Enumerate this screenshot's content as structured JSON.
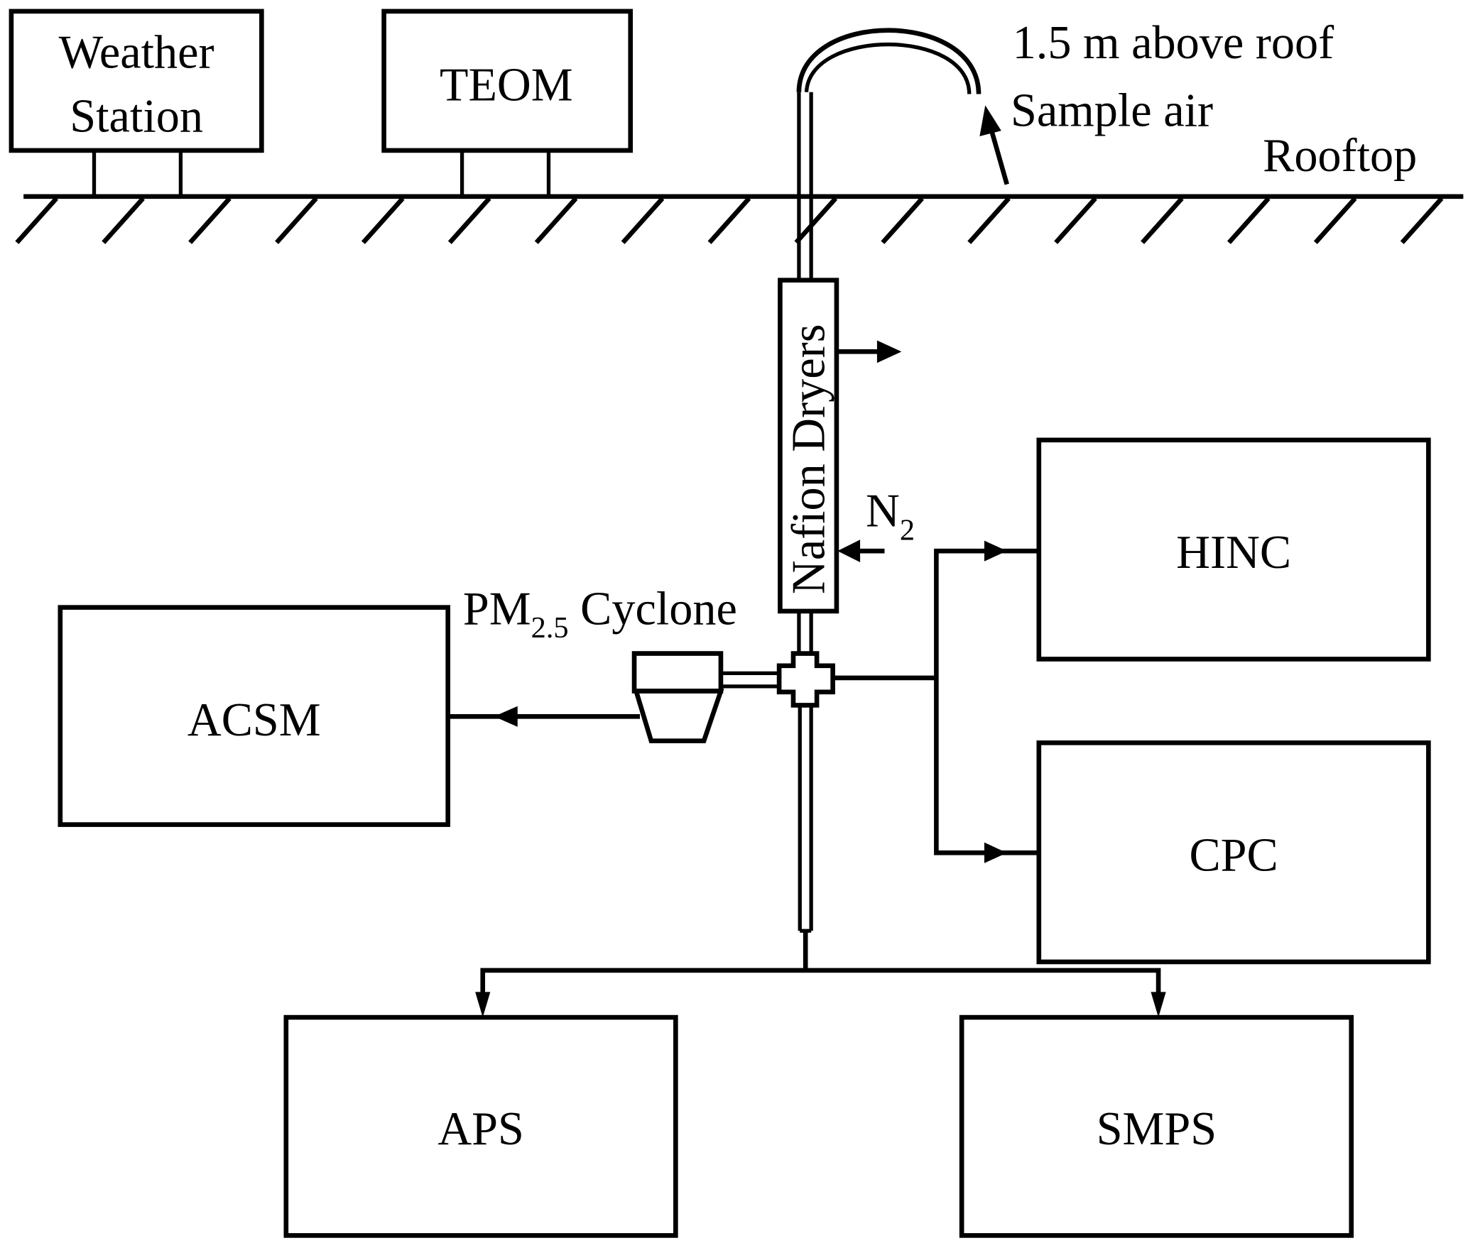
{
  "diagram": {
    "rooftop": {
      "label": "Rooftop",
      "inlet_height_label": "1.5 m above roof",
      "sample_air_label": "Sample air"
    },
    "rooftop_instruments": [
      {
        "id": "weather-station",
        "line1": "Weather",
        "line2": "Station"
      },
      {
        "id": "teom",
        "label": "TEOM"
      }
    ],
    "dryer": {
      "label": "Nafion Dryers",
      "purge_gas": "N",
      "purge_gas_subscript": "2"
    },
    "cyclone": {
      "label_prefix": "PM",
      "label_subscript": "2.5",
      "label_suffix": " Cyclone"
    },
    "instruments": {
      "acsm": "ACSM",
      "hinc": "HINC",
      "cpc": "CPC",
      "aps": "APS",
      "smps": "SMPS"
    },
    "colors": {
      "line": "#000000",
      "background": "#ffffff"
    }
  }
}
